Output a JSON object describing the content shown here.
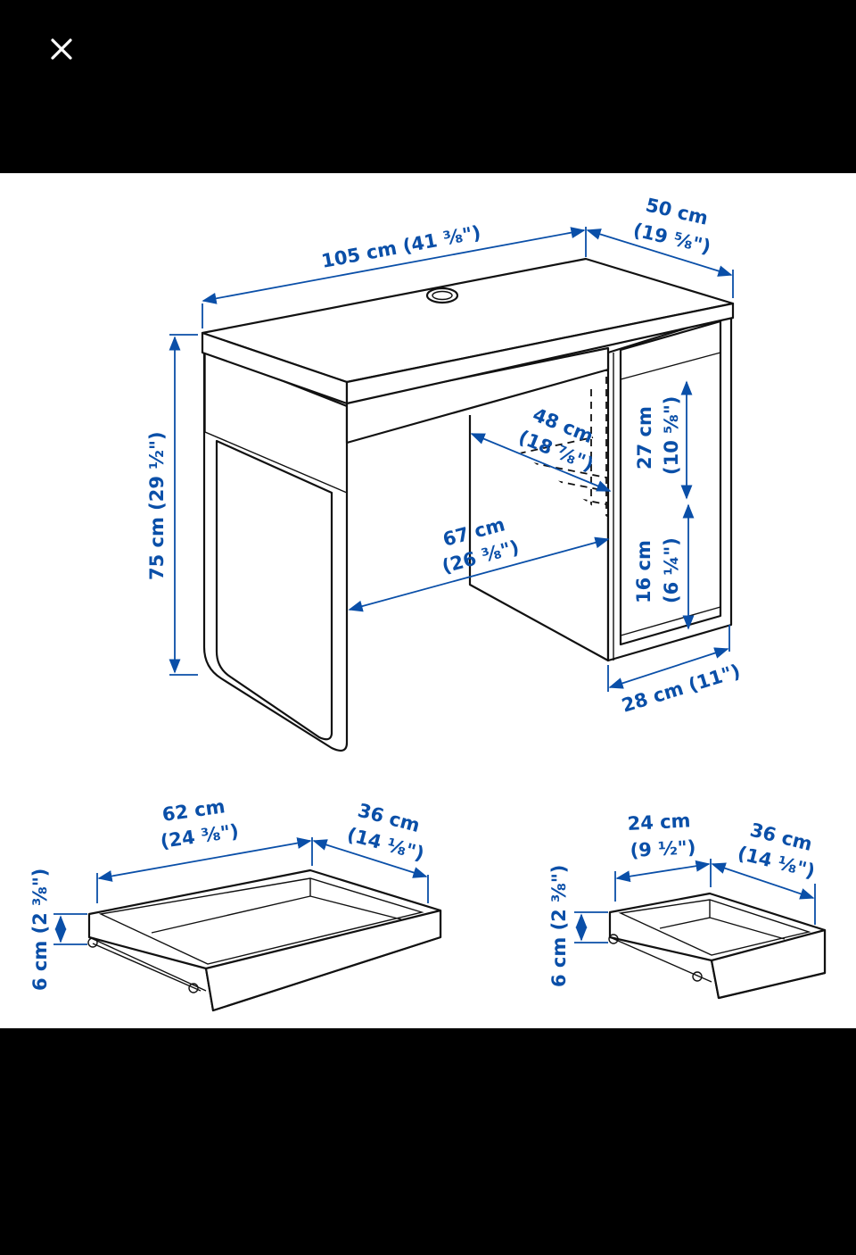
{
  "viewer": {
    "close_icon": "close-icon",
    "colors": {
      "background": "#000000",
      "dimension": "#0a4fa8",
      "line": "#111111"
    }
  },
  "desk": {
    "width": "105 cm (41 ⅜\")",
    "depth_cm": "50 cm",
    "depth_in": "(19 ⅝\")",
    "height": "75 cm (29 ½\")",
    "knee_depth_cm": "48 cm",
    "knee_depth_in": "(18 ⅞\")",
    "knee_width_cm": "67 cm",
    "knee_width_in": "(26 ⅜\")",
    "shelf_upper_cm": "27 cm",
    "shelf_upper_in": "(10 ⅝\")",
    "shelf_lower_cm": "16 cm",
    "shelf_lower_in": "(6 ¼\")",
    "cabinet_depth": "28 cm (11\")"
  },
  "large_drawer": {
    "width_cm": "62 cm",
    "width_in": "(24 ⅜\")",
    "depth_cm": "36 cm",
    "depth_in": "(14 ⅛\")",
    "height": "6 cm (2 ⅜\")"
  },
  "small_drawer": {
    "width_cm": "24 cm",
    "width_in": "(9 ½\")",
    "depth_cm": "36 cm",
    "depth_in": "(14 ⅛\")",
    "height": "6 cm (2 ⅜\")"
  }
}
